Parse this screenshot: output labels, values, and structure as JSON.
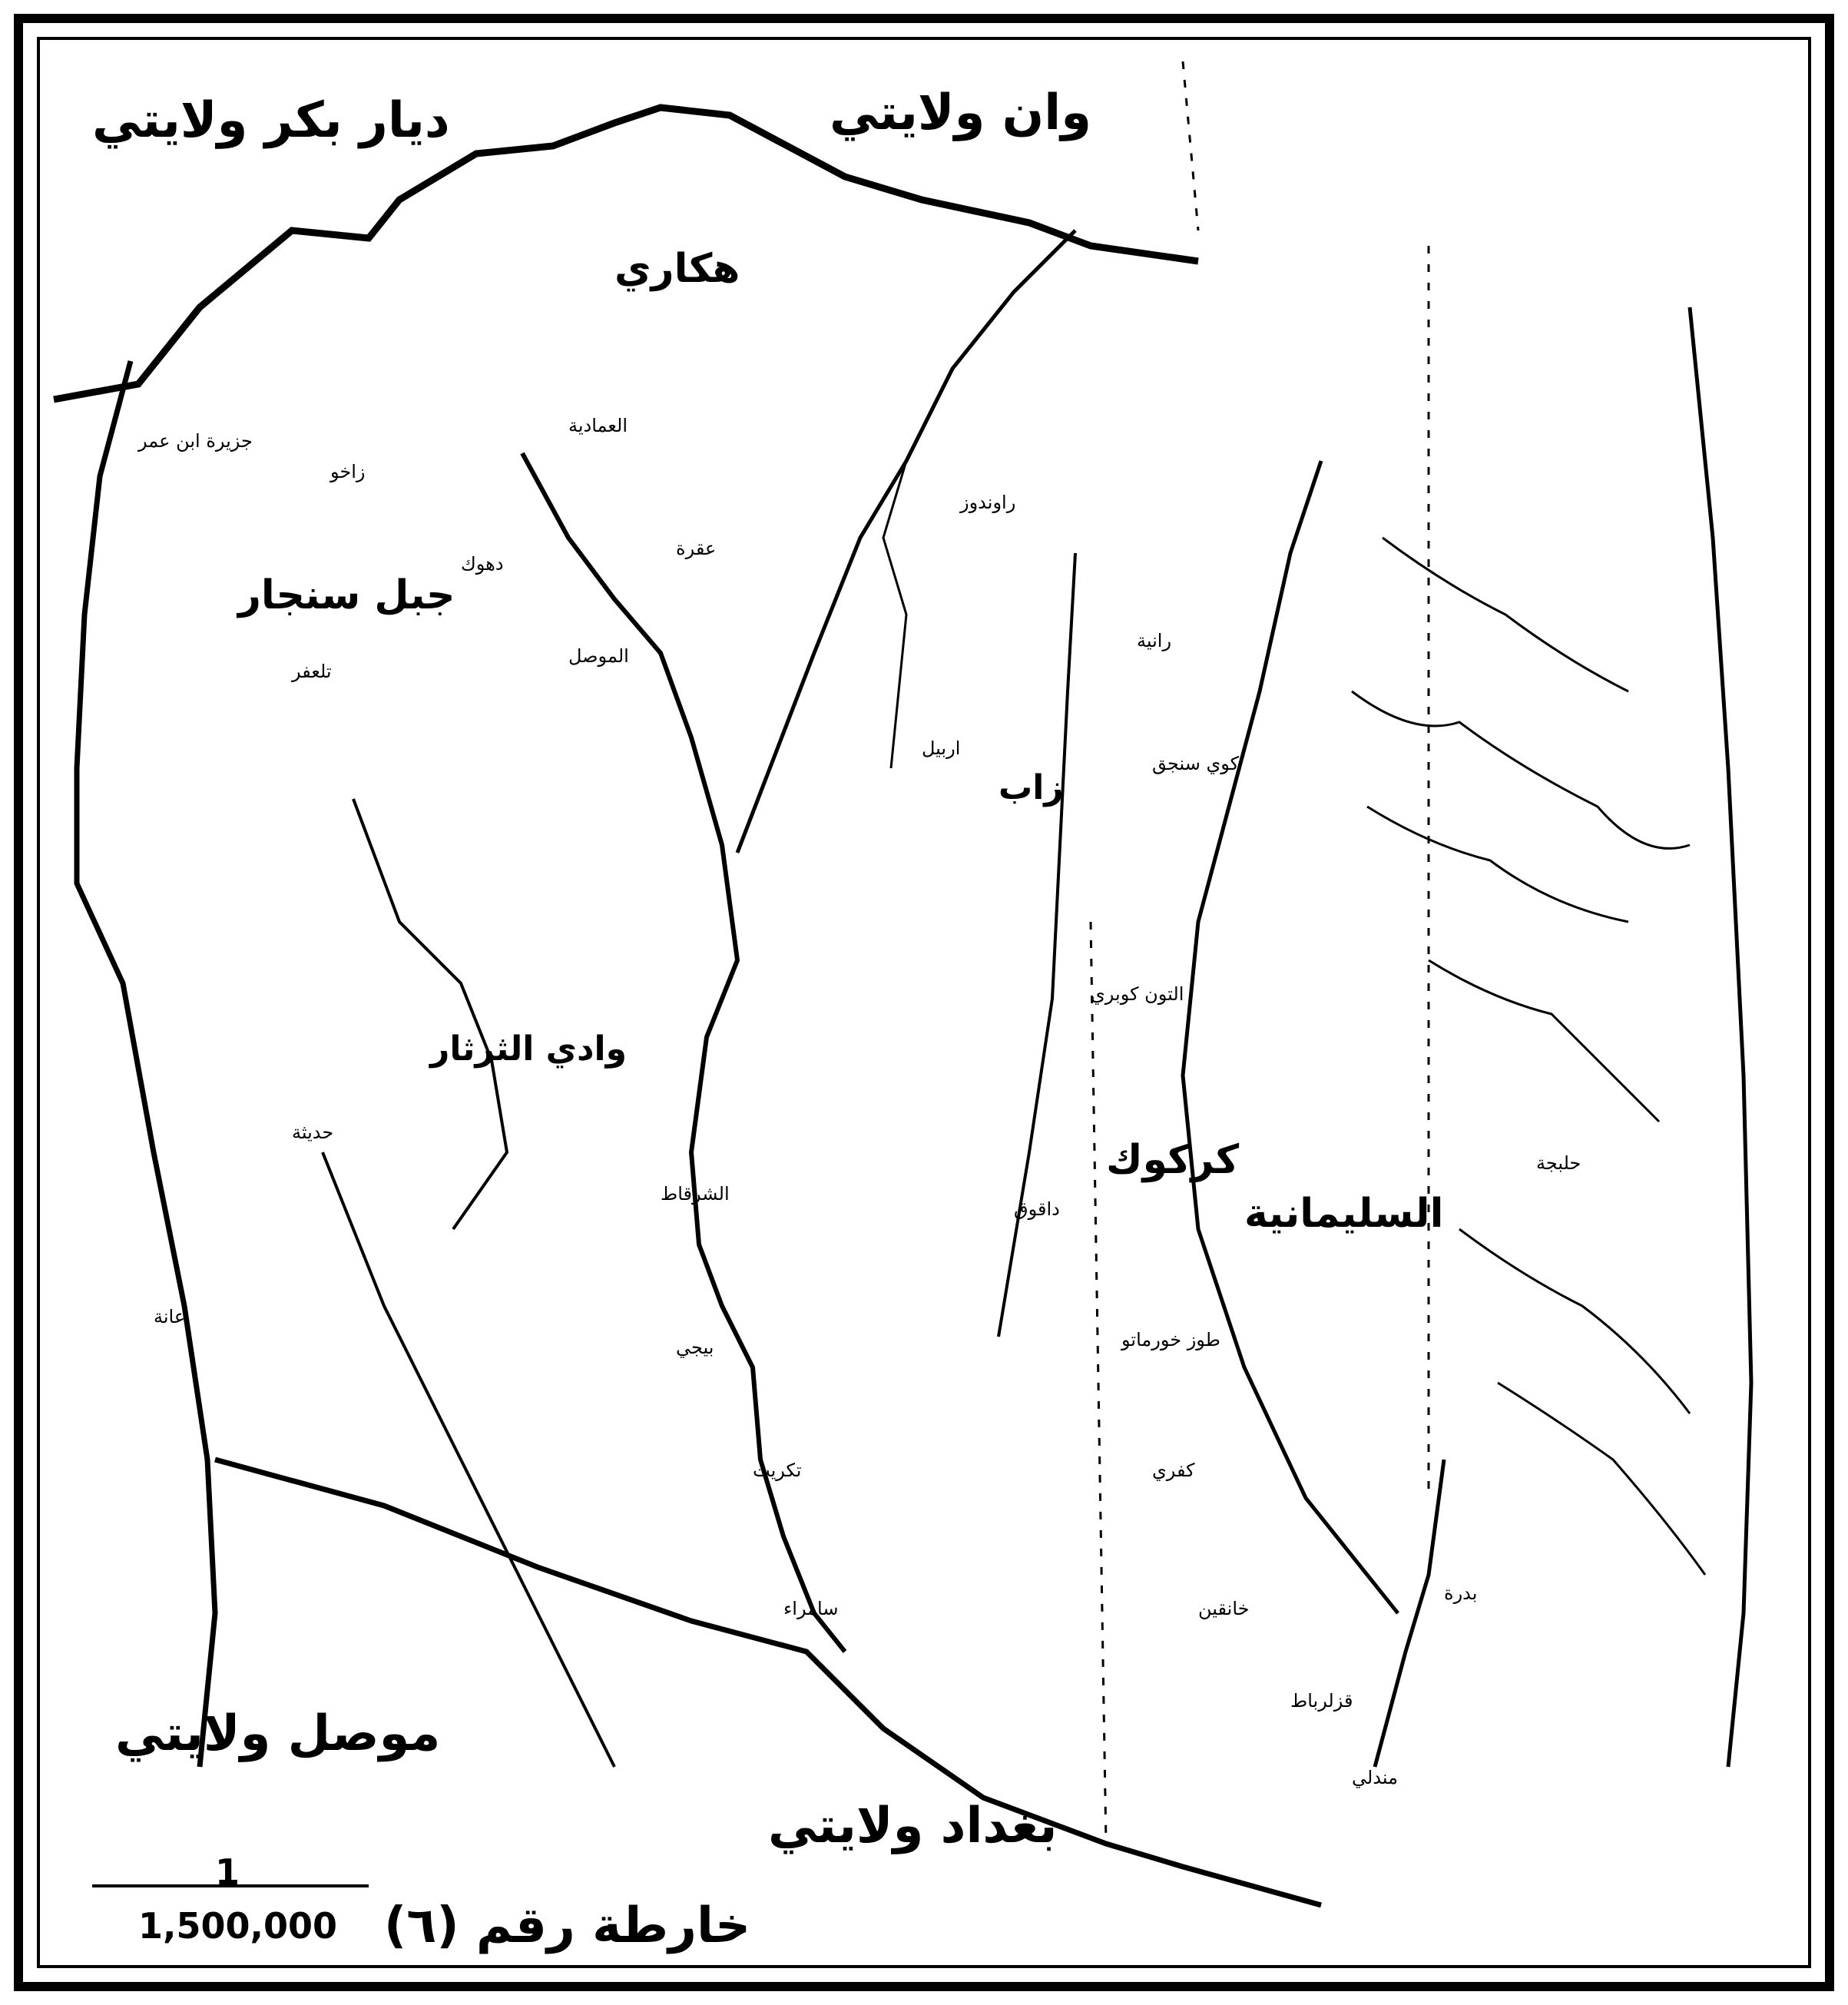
{
  "map": {
    "title": "خارطة رقم (٦)",
    "scale_text": "1,500,000",
    "scale_prefix": "1",
    "provinces": {
      "diyarbakir": "ديار بكر ولايتي",
      "van": "وان ولايتي",
      "mosul": "موصل ولايتي",
      "baghdad": "بغداد ولايتي"
    },
    "districts": {
      "hakkari": "هكاري",
      "sinjar": "جبل سنجار",
      "kirkuk": "كركوك",
      "sulaimaniya": "السليمانية"
    },
    "rivers": {
      "tharthar": "وادي الثرثار",
      "zab": "زاب"
    },
    "places": [
      "زاخو",
      "العمادية",
      "دهوك",
      "الموصل",
      "عقرة",
      "اربيل",
      "كوي سنجق",
      "رانية",
      "راوندوز",
      "التون كوبري",
      "طوز خورماتو",
      "كفري",
      "خانقين",
      "تكريت",
      "سامراء",
      "عانة",
      "حديثة",
      "تلعفر",
      "الشرقاط",
      "بيجي",
      "داقوق",
      "حلبجة",
      "قزلرباط",
      "بدرة",
      "مندلي",
      "جزيرة ابن عمر"
    ]
  },
  "colors": {
    "ink": "#000000",
    "paper": "#ffffff"
  }
}
